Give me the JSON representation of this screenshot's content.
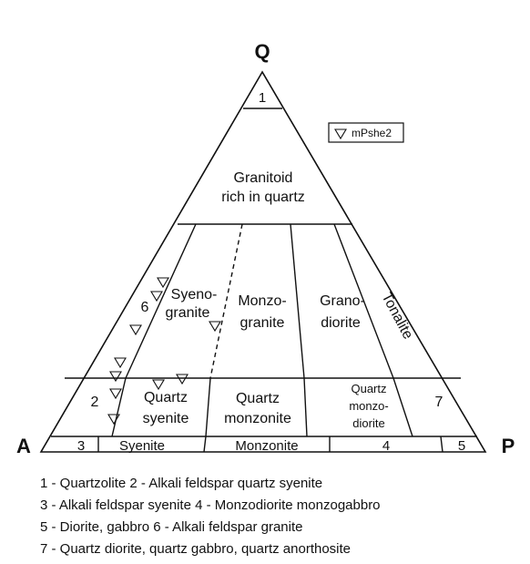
{
  "apices": {
    "q": "Q",
    "a": "A",
    "p": "P"
  },
  "legend": {
    "series_name": "mPshe2",
    "marker_icon": "triangle-down-icon"
  },
  "fields": {
    "f1": "1",
    "granitoid_l1": "Granitoid",
    "granitoid_l2": "rich in quartz",
    "f6": "6",
    "syeno_l1": "Syeno-",
    "syeno_l2": "granite",
    "monzo_l1": "Monzo-",
    "monzo_l2": "granite",
    "grano_l1": "Grano-",
    "grano_l2": "diorite",
    "tonalite": "Tonalite",
    "f2": "2",
    "qsy_l1": "Quartz",
    "qsy_l2": "syenite",
    "qmz_l1": "Quartz",
    "qmz_l2": "monzonite",
    "qmd_l1": "Quartz",
    "qmd_l2": "monzo-",
    "qmd_l3": "diorite",
    "f7": "7",
    "f3": "3",
    "syenite": "Syenite",
    "monzonite": "Monzonite",
    "f4": "4",
    "f5": "5"
  },
  "caption": [
    "1 - Quartzolite 2 - Alkali feldspar quartz syenite",
    "3 - Alkali feldspar syenite 4 - Monzodiorite monzogabbro",
    "5 - Diorite, gabbro 6 - Alkali feldspar granite",
    "7 - Quartz diorite, quartz gabbro, quartz anorthosite"
  ],
  "colors": {
    "line": "#111111",
    "marker": "#111111",
    "background": "#ffffff"
  }
}
